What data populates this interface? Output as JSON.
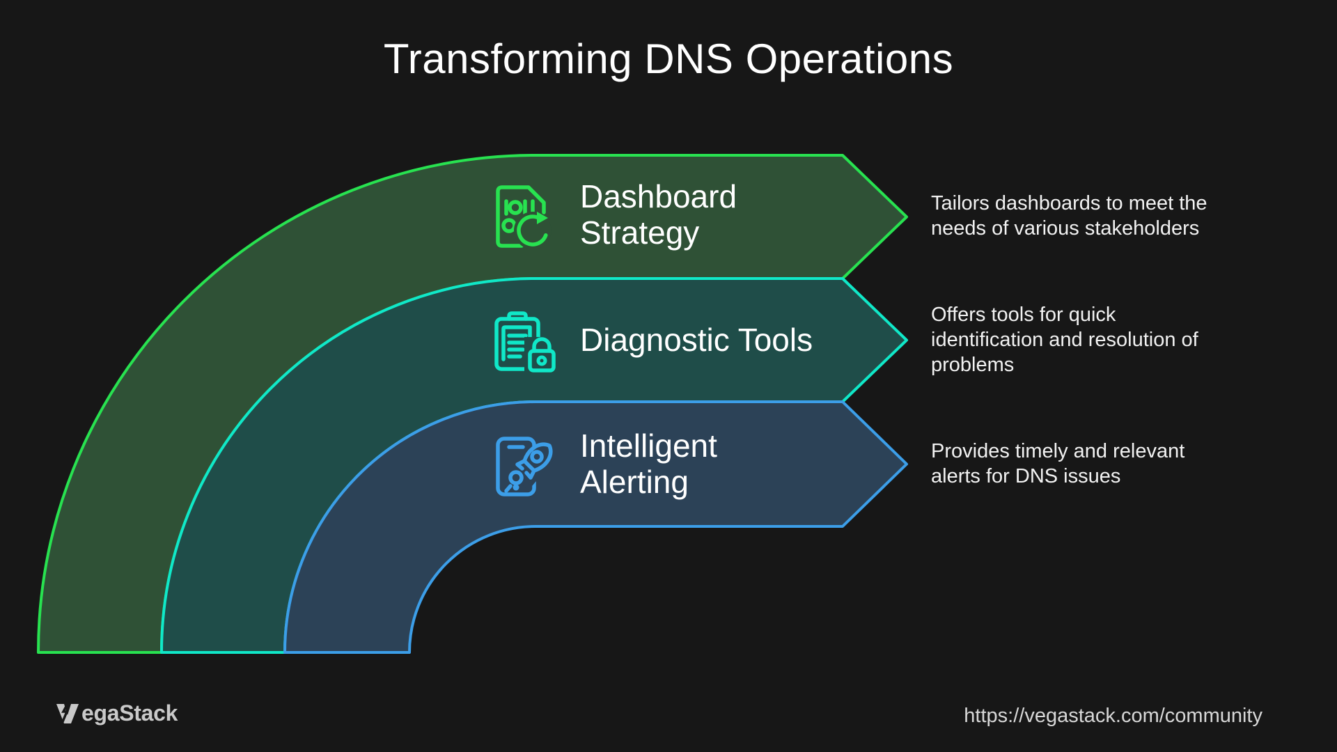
{
  "page": {
    "title": "Transforming DNS Operations",
    "background_color": "#171717"
  },
  "steps": [
    {
      "label": "Dashboard Strategy",
      "label_lines": [
        "Dashboard",
        "Strategy"
      ],
      "description": "Tailors dashboards to meet the needs of various stakeholders",
      "desc_lines": [
        "Tailors dashboards to meet the",
        "needs of various stakeholders"
      ],
      "icon": "binary-document-refresh-icon",
      "fill_color": "#2f5136",
      "stroke_color": "#28e250"
    },
    {
      "label": "Diagnostic Tools",
      "label_lines": [
        "Diagnostic Tools"
      ],
      "description": "Offers tools for quick identification and resolution of problems",
      "desc_lines": [
        "Offers tools for quick",
        "identification and resolution of",
        "problems"
      ],
      "icon": "clipboard-lock-icon",
      "fill_color": "#1f4d49",
      "stroke_color": "#10e8c8"
    },
    {
      "label": "Intelligent Alerting",
      "label_lines": [
        "Intelligent",
        "Alerting"
      ],
      "description": "Provides timely and relevant alerts for DNS issues",
      "desc_lines": [
        "Provides timely and relevant",
        "alerts for DNS issues"
      ],
      "icon": "phone-rocket-icon",
      "fill_color": "#2c4257",
      "stroke_color": "#3c9ee8"
    }
  ],
  "footer": {
    "brand": "VegaStack",
    "brand_suffix": "egaStack",
    "url": "https://vegastack.com/community"
  }
}
